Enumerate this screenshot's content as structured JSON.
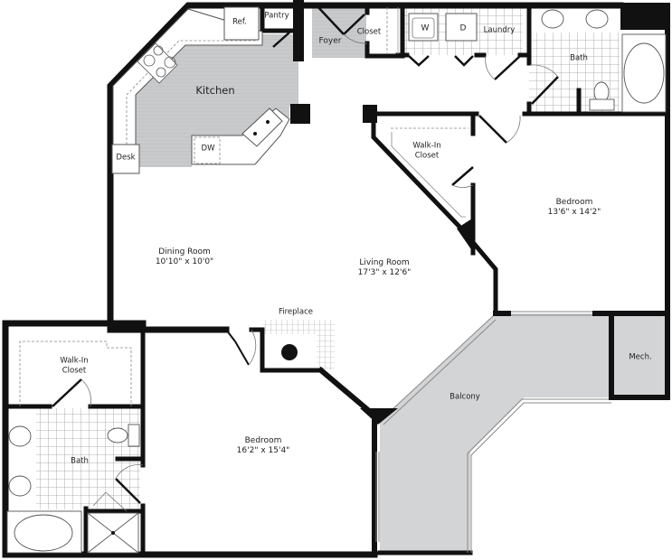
{
  "plan": {
    "colors": {
      "wall": "#111111",
      "floor_gray": "#d3d4d6",
      "kitchen_floor": "#c9cacc",
      "tile_line": "#9a9a9a",
      "background": "#ffffff",
      "text": "#222222"
    },
    "rooms": {
      "kitchen": {
        "name": "Kitchen"
      },
      "refrigerator": {
        "name": "Ref."
      },
      "pantry": {
        "name": "Pantry"
      },
      "foyer": {
        "name": "Foyer"
      },
      "foyer_closet": {
        "name": "Closet"
      },
      "washer": {
        "name": "W"
      },
      "dryer": {
        "name": "D"
      },
      "laundry": {
        "name": "Laundry"
      },
      "bath_1": {
        "name": "Bath"
      },
      "dishwasher": {
        "name": "DW"
      },
      "desk": {
        "name": "Desk"
      },
      "walkin_closet_1": {
        "name": "Walk-In",
        "name2": "Closet"
      },
      "bedroom_1": {
        "name": "Bedroom",
        "dimensions": "13'6\" x 14'2\""
      },
      "dining_room": {
        "name": "Dining Room",
        "dimensions": "10'10\" x 10'0\""
      },
      "living_room": {
        "name": "Living Room",
        "dimensions": "17'3\" x 12'6\""
      },
      "fireplace": {
        "name": "Fireplace"
      },
      "walkin_closet_2": {
        "name": "Walk-In",
        "name2": "Closet"
      },
      "bath_2": {
        "name": "Bath"
      },
      "bedroom_2": {
        "name": "Bedroom",
        "dimensions": "16'2\" x 15'4\""
      },
      "balcony": {
        "name": "Balcony"
      },
      "mechanical": {
        "name": "Mech."
      }
    }
  }
}
